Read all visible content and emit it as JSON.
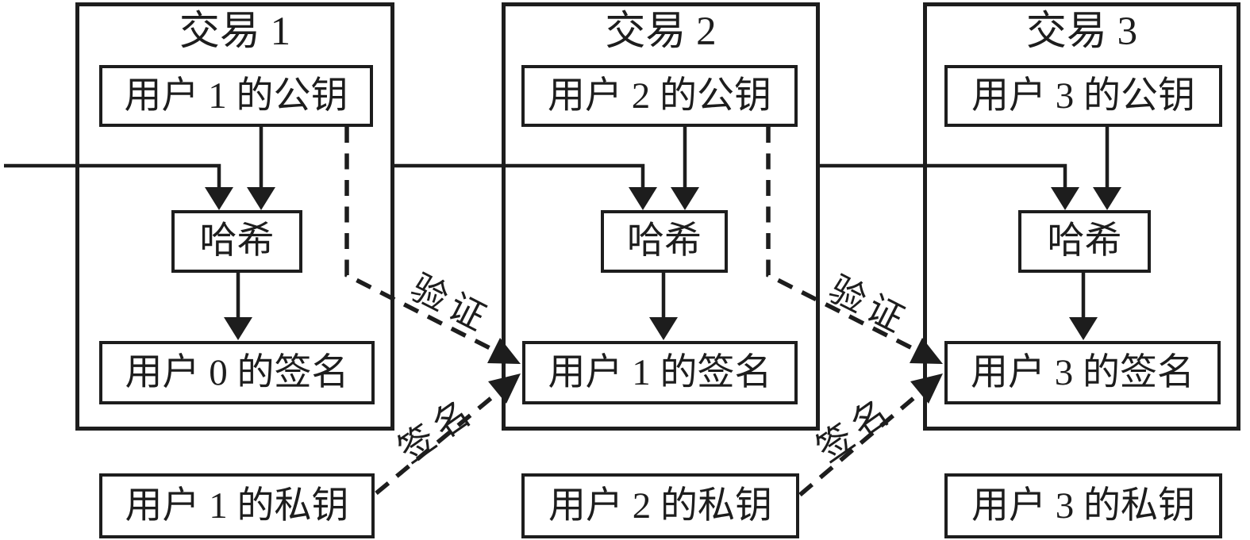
{
  "diagram": {
    "background": "#ffffff",
    "line_color": "#1d1d1d",
    "transactions": [
      {
        "title": "交易 1",
        "public_key": "用户 1 的公钥",
        "hash": "哈希",
        "signature": "用户 0 的签名",
        "private_key": "用户 1 的私钥"
      },
      {
        "title": "交易 2",
        "public_key": "用户 2 的公钥",
        "hash": "哈希",
        "signature": "用户 1 的签名",
        "private_key": "用户 2 的私钥"
      },
      {
        "title": "交易 3",
        "public_key": "用户 3 的公钥",
        "hash": "哈希",
        "signature": "用户 3 的签名",
        "private_key": "用户 3 的私钥"
      }
    ],
    "edge_labels": {
      "verify": "验证",
      "sign": "签名"
    }
  }
}
